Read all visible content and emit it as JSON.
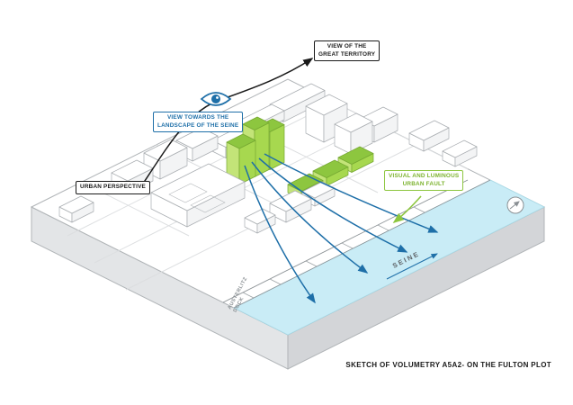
{
  "diagram": {
    "caption": "SKETCH OF VOLUMETRY A5A2- ON THE FULTON PLOT",
    "labels": {
      "great_territory_1": "VIEW OF THE",
      "great_territory_2": "GREAT TERRITORY",
      "seine_view_1": "VIEW TOWARDS THE",
      "seine_view_2": "LANDSCAPE OF THE SEINE",
      "urban_perspective": "URBAN PERSPECTIVE",
      "urban_fault_1": "VISUAL AND LUMINOUS",
      "urban_fault_2": "URBAN FAULT",
      "dock_1": "AUSTERLITZ",
      "dock_2": "DOCK",
      "river": "SEINE"
    },
    "icons": {
      "viewpoint": "eye-icon",
      "orientation": "compass-icon"
    },
    "colors": {
      "view_blue": "#1e6fa8",
      "fault_green": "#8dc63f",
      "water": "#c9ecf6",
      "ink": "#1a1a1a",
      "line_gray": "#aaaeb2"
    }
  }
}
